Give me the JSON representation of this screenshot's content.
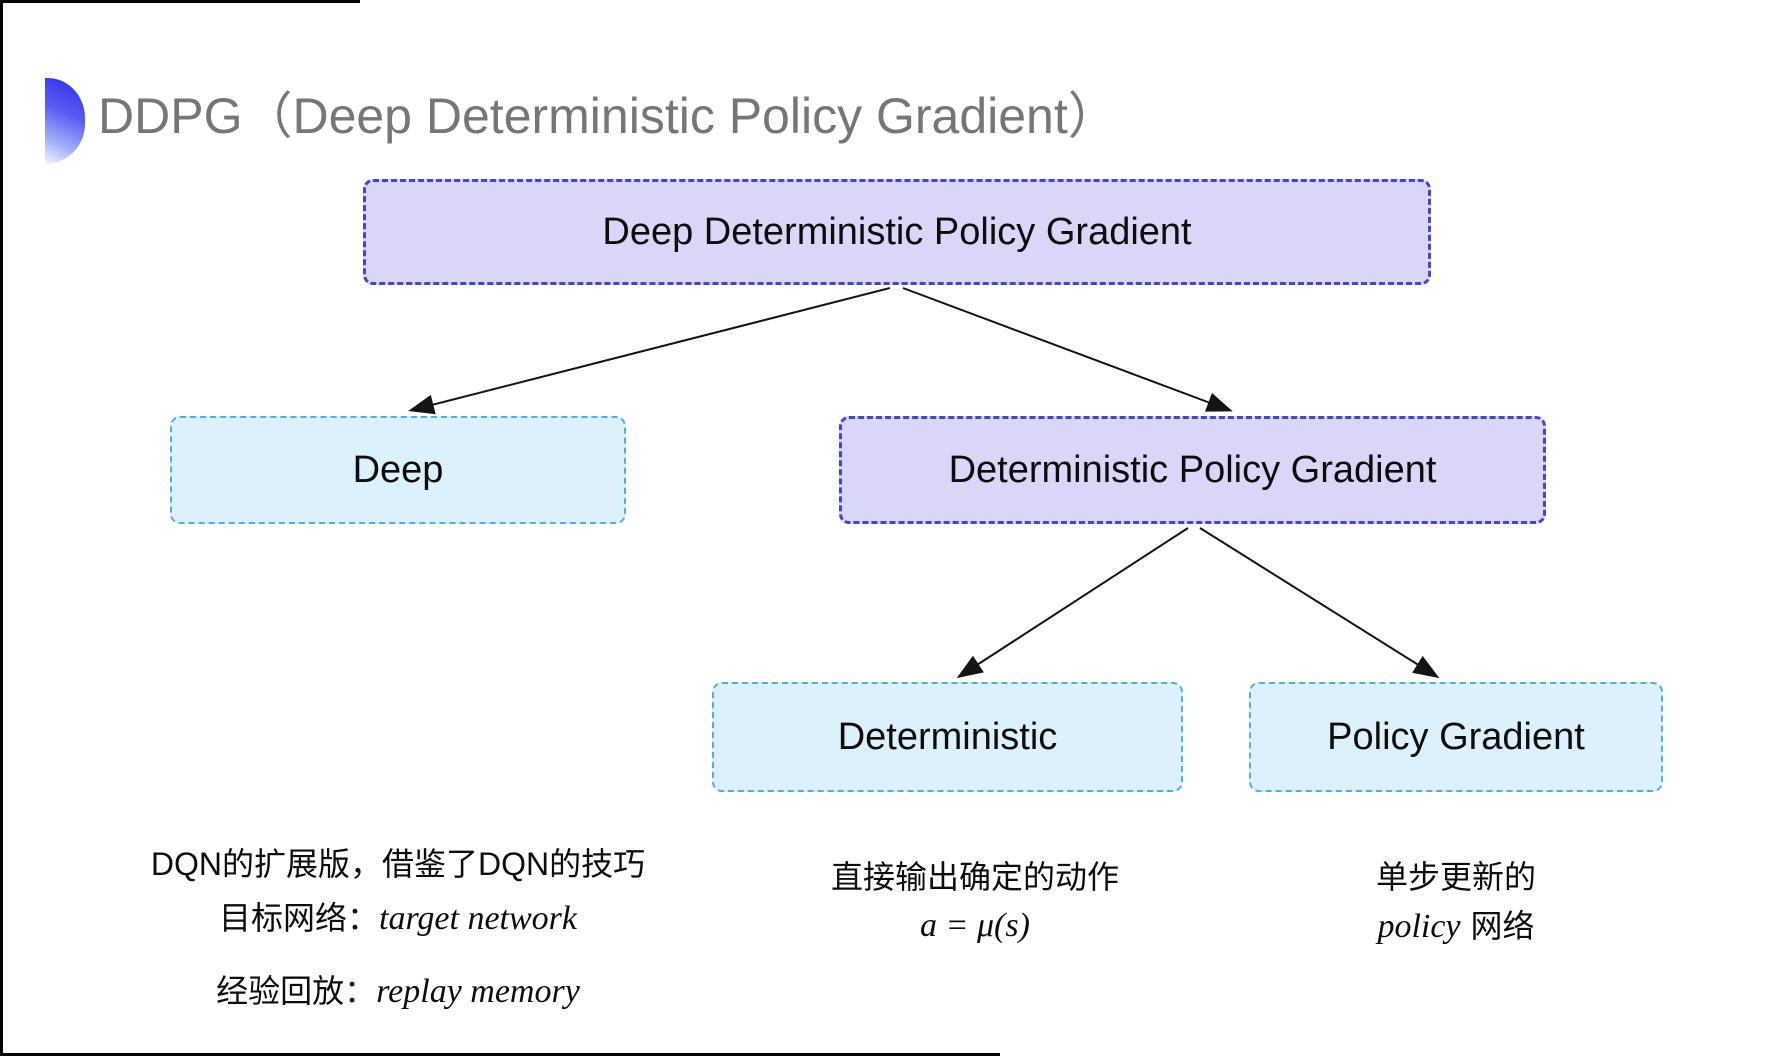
{
  "page": {
    "title": "DDPG（Deep Deterministic Policy Gradient）"
  },
  "diagram": {
    "nodes": {
      "root": {
        "label": "Deep Deterministic Policy Gradient"
      },
      "deep": {
        "label": "Deep"
      },
      "dpg": {
        "label": "Deterministic Policy Gradient"
      },
      "deterministic": {
        "label": "Deterministic"
      },
      "policy_gradient": {
        "label": "Policy Gradient"
      }
    }
  },
  "notes": {
    "deep": {
      "line1": "DQN的扩展版，借鉴了DQN的技巧",
      "rows": [
        {
          "zh": "目标网络：",
          "en": "target network"
        },
        {
          "zh": "经验回放：",
          "en": "replay memory"
        }
      ]
    },
    "deterministic": {
      "line1": "直接输出确定的动作",
      "formula": "a = μ(s)"
    },
    "policy_gradient": {
      "line1": "单步更新的",
      "en": "policy",
      "zh": "网络"
    }
  },
  "colors": {
    "purple_fill": "#d9d6f7",
    "purple_border": "#4545cf",
    "cyan_fill": "#dcf1fb",
    "cyan_border": "#55aede",
    "title_gray": "#767676",
    "text": "#111111",
    "bullet_blue": "#3434ee",
    "arrow": "#141414"
  }
}
